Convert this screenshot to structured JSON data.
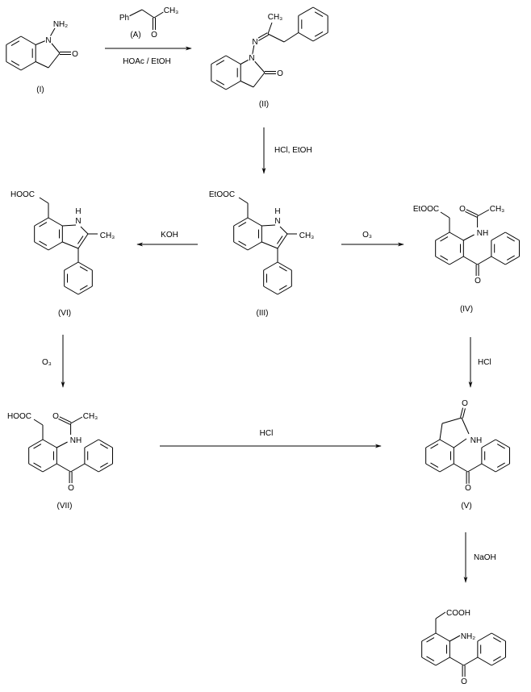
{
  "compound_labels": {
    "I": "(I)",
    "II": "(II)",
    "III": "(III)",
    "IV": "(IV)",
    "V": "(V)",
    "VI": "(VI)",
    "VII": "(VII)"
  },
  "reagents": {
    "A_label": "(A)",
    "A_ph": "Ph",
    "A_o": "O",
    "A_ch3": "CH₃",
    "step1": "HOAc / EtOH",
    "step2": "HCl, EtOH",
    "step3": "KOH",
    "step4": "O₃",
    "step5": "O₃",
    "step6": "HCl",
    "step7": "HCl",
    "step8": "NaOH"
  },
  "atoms": {
    "I_nh2": "NH₂",
    "I_n": "N",
    "I_o": "O",
    "II_n1": "N",
    "II_n2": "N",
    "II_o": "O",
    "II_ch3": "CH₃",
    "III_ester": "EtOOC",
    "III_h": "H",
    "III_n": "N",
    "III_ch3": "CH₃",
    "VI_acid": "HOOC",
    "VI_h": "H",
    "VI_n": "N",
    "VI_ch3": "CH₃",
    "IV_ester": "EtOOC",
    "IV_nh": "NH",
    "IV_o1": "O",
    "IV_ch3": "CH₃",
    "IV_o2": "O",
    "VII_acid": "HOOC",
    "VII_nh": "NH",
    "VII_o1": "O",
    "VII_ch3": "CH₃",
    "VII_o2": "O",
    "V_o1": "O",
    "V_nh": "NH",
    "V_o2": "O",
    "P_cooh": "COOH",
    "P_nh2": "NH₂",
    "P_o": "O"
  }
}
